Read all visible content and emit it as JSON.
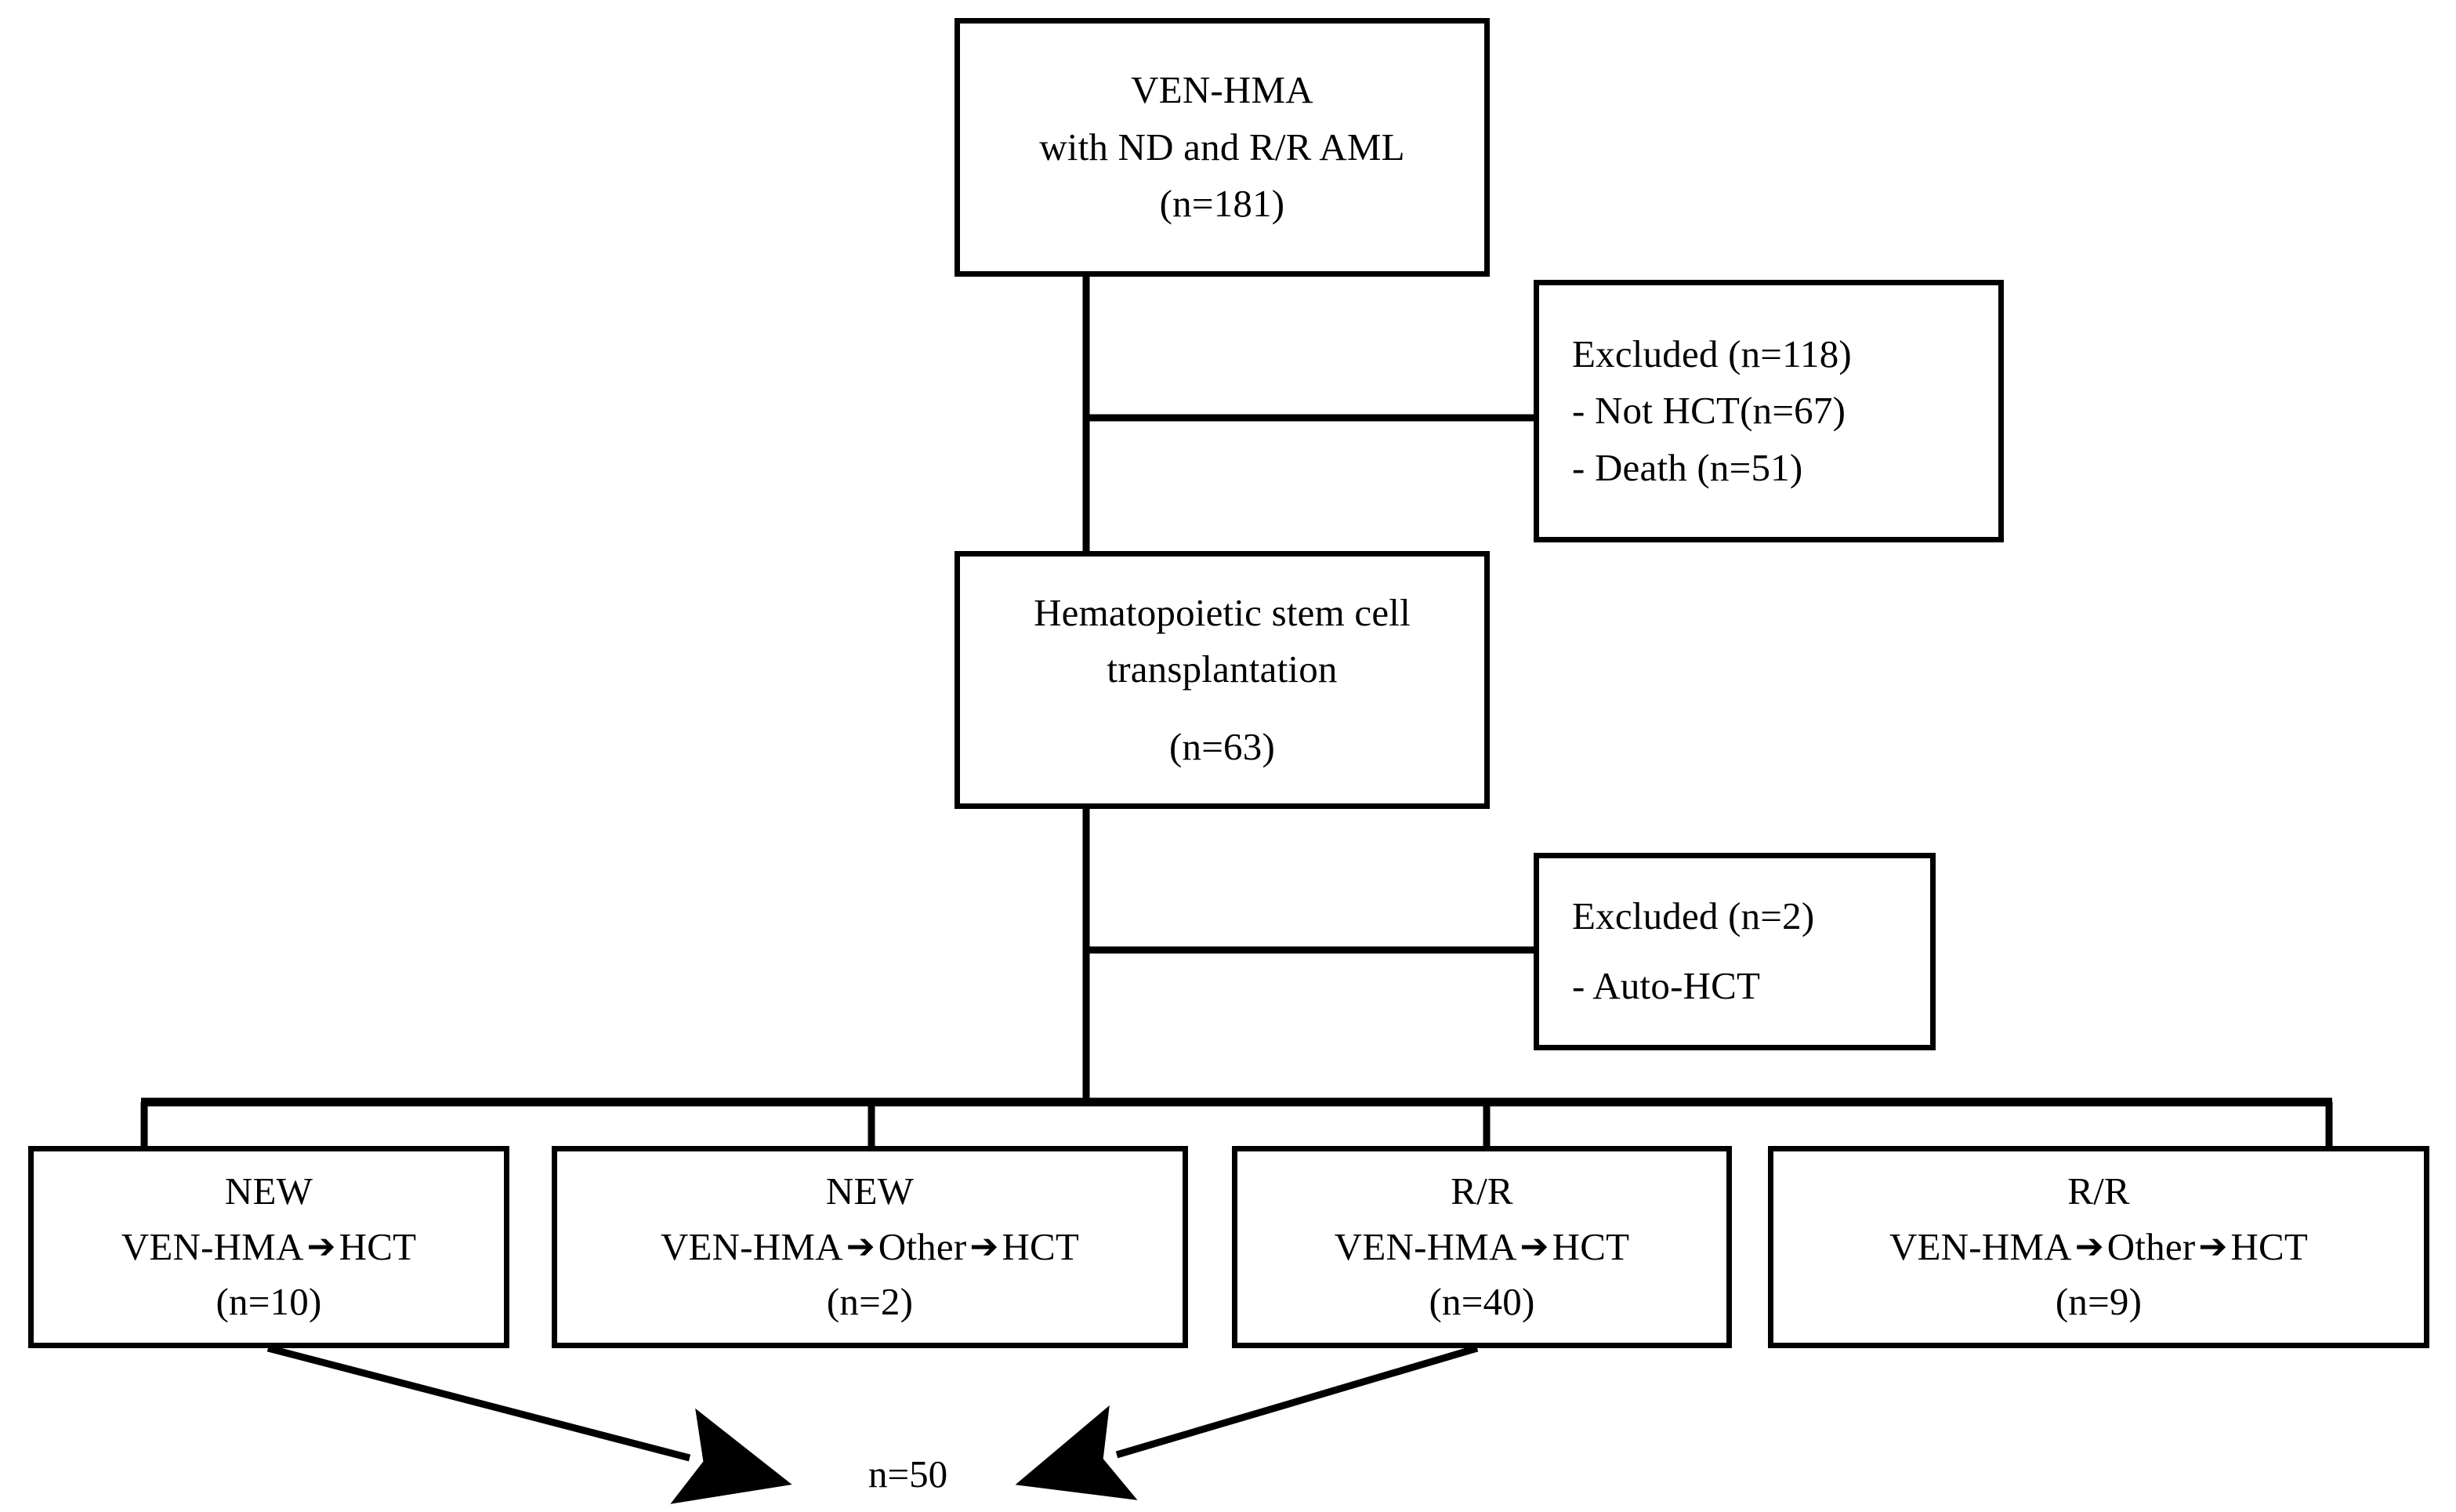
{
  "diagram": {
    "type": "consort-flowchart",
    "title_text": "",
    "colors": {
      "stroke": "#000000",
      "background": "#ffffff",
      "text": "#000000"
    },
    "nodes": {
      "cohort": {
        "name": "VEN-HMA cohort",
        "lines": [
          "VEN-HMA",
          "with ND and R/R AML",
          "(n=181)"
        ],
        "n": 181
      },
      "excluded_1": {
        "name": "Excluded after VEN-HMA",
        "lines": [
          "Excluded (n=118)",
          "- Not HCT(n=67)",
          "- Death (n=51)"
        ],
        "n": 118,
        "reasons": [
          {
            "label": "Not HCT",
            "n": 67
          },
          {
            "label": "Death",
            "n": 51
          }
        ]
      },
      "hsct": {
        "name": "Hematopoietic stem cell transplantation",
        "lines": [
          "Hematopoietic stem cell",
          "transplantation",
          "(n=63)"
        ],
        "n": 63
      },
      "excluded_2": {
        "name": "Excluded after HSCT",
        "lines": [
          "Excluded (n=2)",
          "- Auto-HCT"
        ],
        "n": 2,
        "reasons": [
          {
            "label": "Auto-HCT",
            "n": null
          }
        ]
      },
      "group_1": {
        "name": "NEW VEN-HMA to HCT",
        "line1": "NEW",
        "seq": [
          "VEN-HMA",
          "HCT"
        ],
        "count_line": "(n=10)",
        "n": 10
      },
      "group_2": {
        "name": "NEW VEN-HMA to Other to HCT",
        "line1": "NEW",
        "seq": [
          "VEN-HMA",
          "Other",
          "HCT"
        ],
        "count_line": "(n=2)",
        "n": 2
      },
      "group_3": {
        "name": "R/R VEN-HMA to HCT",
        "line1": "R/R",
        "seq": [
          "VEN-HMA",
          "HCT"
        ],
        "count_line": "(n=40)",
        "n": 40
      },
      "group_4": {
        "name": "R/R VEN-HMA to Other to HCT",
        "line1": "R/R",
        "seq": [
          "VEN-HMA",
          "Other",
          "HCT"
        ],
        "count_line": "(n=9)",
        "n": 9
      }
    },
    "final_label": {
      "name": "final analysis cohort",
      "text": "n=50",
      "n": 50
    },
    "icons": {
      "sequence_arrow": "arrow-right-icon",
      "sequence_arrow_glyph": "➔"
    }
  }
}
